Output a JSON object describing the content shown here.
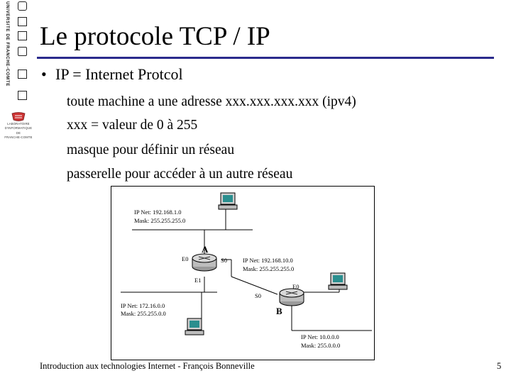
{
  "sidebar": {
    "university": "UNIVERSITE DE FRANCHE-COMTE",
    "lab_lines": [
      "LABORATOIRE",
      "D'INFORMATIQUE",
      "DE",
      "FRANCHE-COMTE"
    ]
  },
  "slide": {
    "title": "Le protocole TCP / IP",
    "bullet_marker": "•",
    "bullet": "IP = Internet Protcol",
    "sub_items": [
      "toute machine a une adresse xxx.xxx.xxx.xxx (ipv4)",
      "xxx = valeur de 0 à 255",
      "masque pour définir un réseau",
      "passerelle pour accéder à un autre réseau"
    ]
  },
  "diagram": {
    "net1": [
      "IP Net: 192.168.1.0",
      "Mask: 255.255.255.0"
    ],
    "net2": [
      "IP Net: 192.168.10.0",
      "Mask: 255.255.255.0"
    ],
    "net3": [
      "IP Net: 172.16.0.0",
      "Mask: 255.255.0.0"
    ],
    "net4": [
      "IP Net: 10.0.0.0",
      "Mask: 255.0.0.0"
    ],
    "router_a": "A",
    "router_b": "B",
    "ports": {
      "a_e0": "E0",
      "a_s0": "S0",
      "a_e1": "E1",
      "b_s0": "S0",
      "b_e0": "E0"
    }
  },
  "footer": {
    "left": "Introduction aux technologies Internet - François Bonneville",
    "page": "5"
  },
  "colors": {
    "rule": "#2b2b8c",
    "text": "#000000"
  }
}
